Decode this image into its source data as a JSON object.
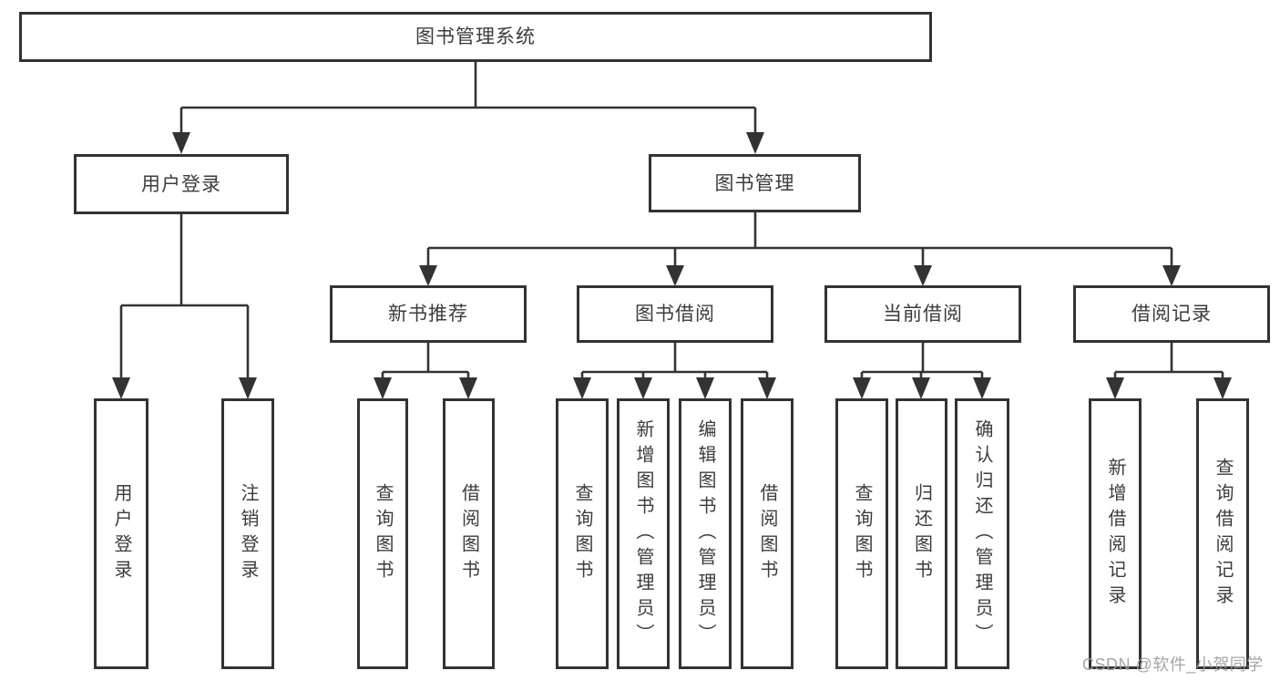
{
  "colors": {
    "line": "#333333",
    "box_border": "#333333",
    "box_text": "#3c3c3c",
    "watermark": "#9e9e9e"
  },
  "tree": {
    "root": {
      "label": "图书管理系统"
    },
    "branches": [
      {
        "label": "用户登录",
        "children": [
          {
            "label": "用户登录"
          },
          {
            "label": "注销登录"
          }
        ]
      },
      {
        "label": "图书管理",
        "children": [
          {
            "label": "新书推荐",
            "children": [
              {
                "label": "查询图书"
              },
              {
                "label": "借阅图书"
              }
            ]
          },
          {
            "label": "图书借阅",
            "children": [
              {
                "label": "查询图书"
              },
              {
                "label": "新增图书（管理员）"
              },
              {
                "label": "编辑图书（管理员）"
              },
              {
                "label": "借阅图书"
              }
            ]
          },
          {
            "label": "当前借阅",
            "children": [
              {
                "label": "查询图书"
              },
              {
                "label": "归还图书"
              },
              {
                "label": "确认归还（管理员）"
              }
            ]
          },
          {
            "label": "借阅记录",
            "children": [
              {
                "label": "新增借阅记录"
              },
              {
                "label": "查询借阅记录"
              }
            ]
          }
        ]
      }
    ]
  },
  "watermark": {
    "text": "CSDN @软件_小贺同学"
  }
}
